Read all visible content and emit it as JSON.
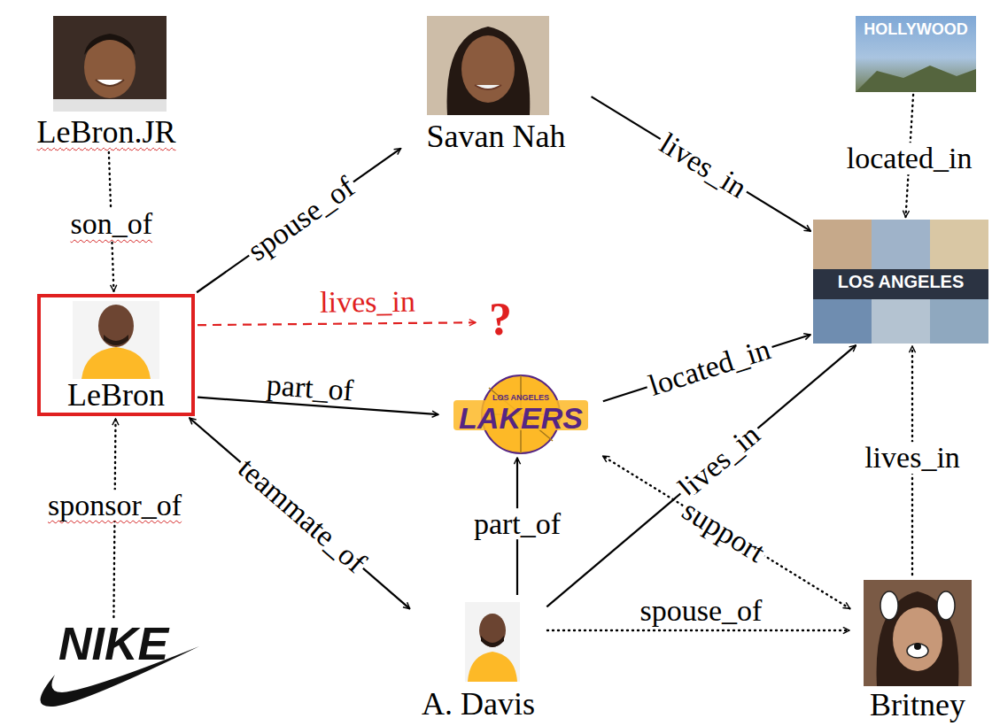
{
  "diagram": {
    "nodes": [
      {
        "text": [
          "LeBron.JR"
        ]
      },
      {
        "text": [
          "Savan Nah"
        ]
      },
      {
        "text": [
          "HOLLYWOOD"
        ]
      },
      {
        "text": [
          "LeBron"
        ]
      },
      {
        "text": [
          "?"
        ]
      },
      {
        "text": [
          "LOS ANGELES"
        ]
      },
      {
        "text": [
          "LOS ANGELES",
          "LAKERS"
        ]
      },
      {
        "text": [
          "NIKE"
        ]
      },
      {
        "text": [
          "A. Davis"
        ]
      },
      {
        "text": [
          "Britney"
        ]
      }
    ],
    "edges": [
      {
        "from": 0,
        "to": 3,
        "label": "son_of",
        "arrow": "to"
      },
      {
        "from": 3,
        "to": 1,
        "label": "spouse_of",
        "arrow": "to"
      },
      {
        "from": 1,
        "to": 5,
        "label": "lives_in",
        "arrow": "to"
      },
      {
        "from": 2,
        "to": 5,
        "label": "located_in",
        "arrow": "to"
      },
      {
        "from": 3,
        "to": 4,
        "label": "lives_in",
        "arrow": "to"
      },
      {
        "from": 3,
        "to": 6,
        "label": "part_of",
        "arrow": "to"
      },
      {
        "from": 6,
        "to": 5,
        "label": "located_in",
        "arrow": "to"
      },
      {
        "from": 3,
        "to": 8,
        "label": "teammate_of",
        "arrow": "both"
      },
      {
        "from": 7,
        "to": 3,
        "label": "sponsor_of",
        "arrow": "to"
      },
      {
        "from": 8,
        "to": 6,
        "label": "part_of",
        "arrow": "to"
      },
      {
        "from": 8,
        "to": 5,
        "label": "lives_in",
        "arrow": "to"
      },
      {
        "from": 9,
        "to": 6,
        "label": "support",
        "arrow": "both"
      },
      {
        "from": 8,
        "to": 9,
        "label": "spouse_of",
        "arrow": "to"
      },
      {
        "from": 9,
        "to": 5,
        "label": "lives_in",
        "arrow": "to"
      }
    ]
  }
}
